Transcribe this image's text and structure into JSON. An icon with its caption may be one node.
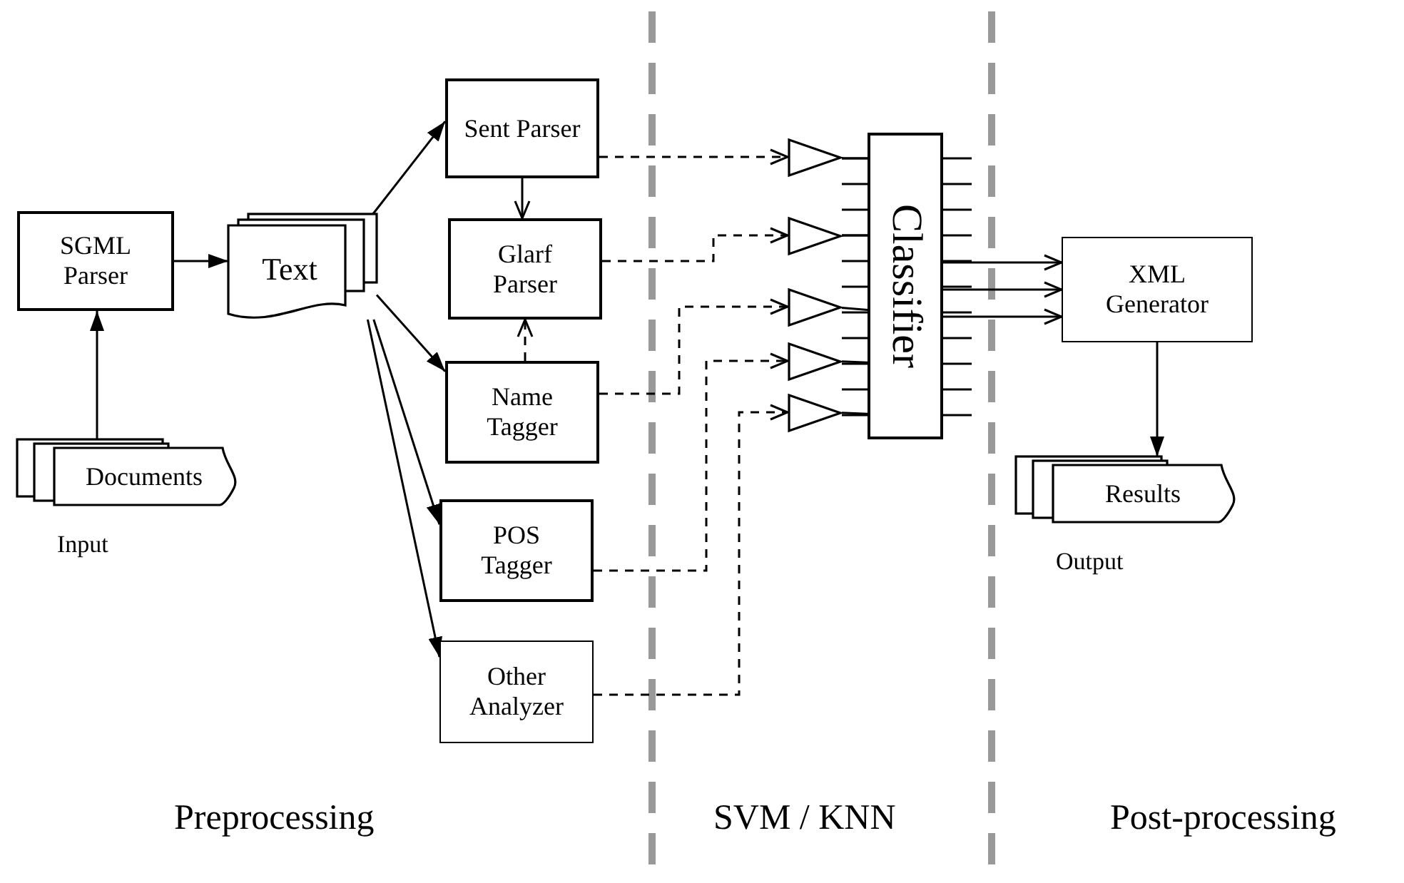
{
  "diagram": {
    "nodes": [
      {
        "text": [
          "SGML Parser"
        ]
      },
      {
        "text": [
          "Text"
        ]
      },
      {
        "text": [
          "Sent Parser"
        ]
      },
      {
        "text": [
          "Glarf Parser"
        ]
      },
      {
        "text": [
          "Name Tagger"
        ]
      },
      {
        "text": [
          "POS Tagger"
        ]
      },
      {
        "text": [
          "Other Analyzer"
        ]
      },
      {
        "text": [],
        "shape": "triangle"
      },
      {
        "text": [],
        "shape": "triangle"
      },
      {
        "text": [],
        "shape": "triangle"
      },
      {
        "text": [],
        "shape": "triangle"
      },
      {
        "text": [],
        "shape": "triangle"
      },
      {
        "text": [
          "Classifier"
        ]
      },
      {
        "text": [
          "XML Generator"
        ]
      },
      {
        "text": [
          "Documents"
        ],
        "beside": [
          "Input"
        ]
      },
      {
        "text": [
          "Results"
        ],
        "beside": [
          "Output"
        ]
      }
    ],
    "edges": [
      {
        "from": 0,
        "to": 1,
        "arrow": "to"
      },
      {
        "from": 14,
        "to": 0,
        "arrow": "to"
      },
      {
        "from": 1,
        "to": 2,
        "arrow": "to"
      },
      {
        "from": 1,
        "to": 4,
        "arrow": "to"
      },
      {
        "from": 1,
        "to": 5,
        "arrow": "to"
      },
      {
        "from": 1,
        "to": 6,
        "arrow": "to"
      },
      {
        "from": 2,
        "to": 3,
        "arrow": "to"
      },
      {
        "from": 4,
        "to": 3,
        "arrow": "to",
        "style": "dashed"
      },
      {
        "from": 2,
        "to": 7,
        "arrow": "to",
        "style": "dashed"
      },
      {
        "from": 3,
        "to": 8,
        "arrow": "to",
        "style": "dashed"
      },
      {
        "from": 4,
        "to": 9,
        "arrow": "to",
        "style": "dashed"
      },
      {
        "from": 5,
        "to": 10,
        "arrow": "to",
        "style": "dashed"
      },
      {
        "from": 6,
        "to": 11,
        "arrow": "to",
        "style": "dashed"
      },
      {
        "from": 7,
        "to": 12,
        "arrow": "none"
      },
      {
        "from": 8,
        "to": 12,
        "arrow": "none"
      },
      {
        "from": 9,
        "to": 12,
        "arrow": "none"
      },
      {
        "from": 10,
        "to": 12,
        "arrow": "none"
      },
      {
        "from": 11,
        "to": 12,
        "arrow": "none"
      },
      {
        "from": 12,
        "to": 13,
        "arrow": "to"
      },
      {
        "from": 12,
        "to": 13,
        "arrow": "to"
      },
      {
        "from": 12,
        "to": 13,
        "arrow": "to"
      },
      {
        "from": 13,
        "to": 15,
        "arrow": "to"
      }
    ],
    "labels": [
      "Preprocessing",
      "SVM / KNN",
      "Post-processing"
    ]
  }
}
